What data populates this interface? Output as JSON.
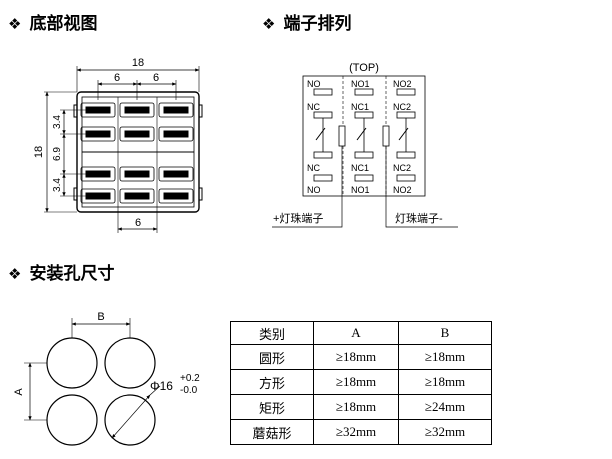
{
  "sections": {
    "bottom_view": "底部视图",
    "terminals": "端子排列",
    "mounting": "安装孔尺寸"
  },
  "bullet": "❖",
  "bottom_dims": {
    "width": "18",
    "pitch_a": "6",
    "pitch_b": "6",
    "height": "18",
    "row1": "3.4",
    "row2": "6.9",
    "row3": "3.4",
    "bottom_pitch": "6"
  },
  "terminal_labels": {
    "top": "(TOP)",
    "row_a": [
      "NO",
      "NO1",
      "NO2"
    ],
    "row_b": [
      "NC",
      "NC1",
      "NC2"
    ],
    "row_c": [
      "NC",
      "NC1",
      "NC2"
    ],
    "row_d": [
      "NO",
      "NO1",
      "NO2"
    ],
    "led_plus": "+灯珠端子",
    "led_minus": "灯珠端子-"
  },
  "hole_dims": {
    "b": "B",
    "a": "A",
    "diameter": "Φ16",
    "tol_plus": "+0.2",
    "tol_minus": "-0.0"
  },
  "table": {
    "headers": [
      "类别",
      "A",
      "B"
    ],
    "rows": [
      [
        "圆形",
        "≥18mm",
        "≥18mm"
      ],
      [
        "方形",
        "≥18mm",
        "≥18mm"
      ],
      [
        "矩形",
        "≥18mm",
        "≥24mm"
      ],
      [
        "蘑菇形",
        "≥32mm",
        "≥32mm"
      ]
    ]
  }
}
